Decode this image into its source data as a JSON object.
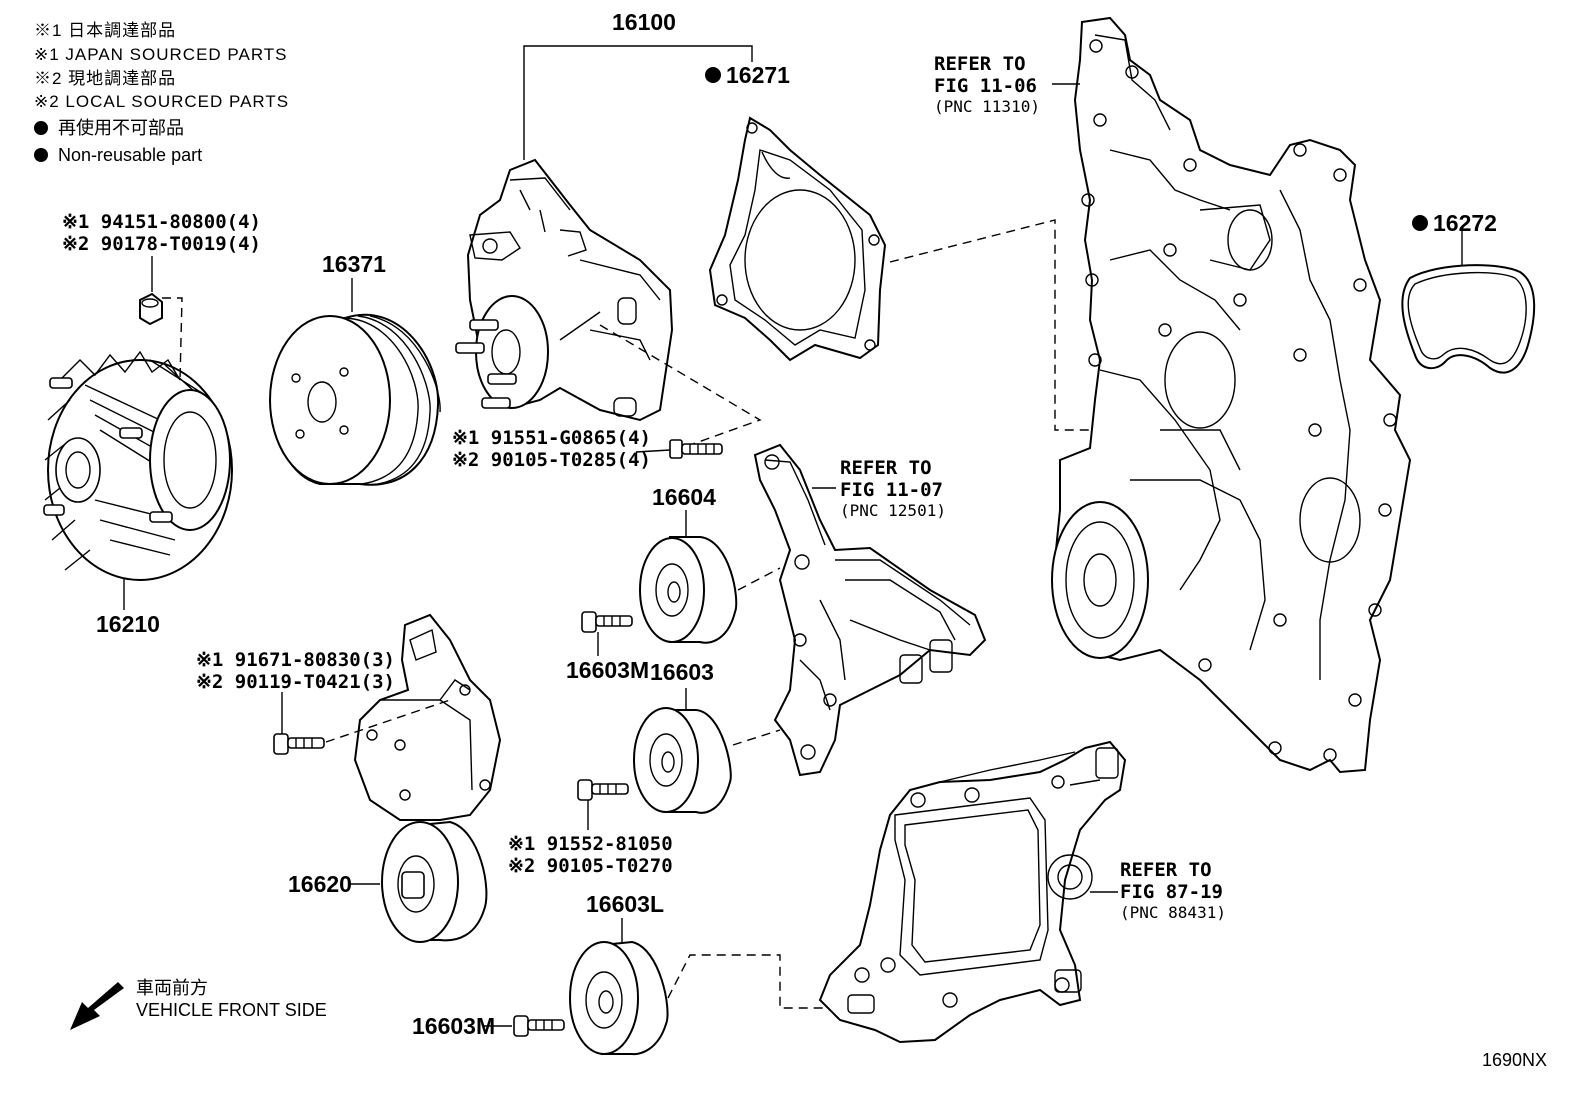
{
  "legend": {
    "l1": "※1 日本調達部品",
    "l2": "※1 JAPAN SOURCED PARTS",
    "l3": "※2 現地調達部品",
    "l4": "※2 LOCAL SOURCED PARTS",
    "l5": "再使用不可部品",
    "l6": "Non-reusable part"
  },
  "parts": {
    "p16100": "16100",
    "p16271": "16271",
    "p16272": "16272",
    "p16371": "16371",
    "p16210": "16210",
    "p16604": "16604",
    "p16603": "16603",
    "p16603M_a": "16603M",
    "p16603M_b": "16603M",
    "p16603L": "16603L",
    "p16620": "16620"
  },
  "bolts": {
    "b1a": "※1 94151-80800(4)",
    "b1b": "※2 90178-T0019(4)",
    "b2a": "※1 91551-G0865(4)",
    "b2b": "※2 90105-T0285(4)",
    "b3a": "※1 91671-80830(3)",
    "b3b": "※2 90119-T0421(3)",
    "b4a": "※1 91552-81050",
    "b4b": "※2 90105-T0270"
  },
  "refs": {
    "r1a": "REFER TO",
    "r1b": "FIG 11-06",
    "r1c": "(PNC 11310)",
    "r2a": "REFER TO",
    "r2b": "FIG 11-07",
    "r2c": "(PNC 12501)",
    "r3a": "REFER TO",
    "r3b": "FIG 87-19",
    "r3c": "(PNC 88431)"
  },
  "front": {
    "jp": "車両前方",
    "en": "VEHICLE FRONT SIDE"
  },
  "figure_id": "1690NX"
}
